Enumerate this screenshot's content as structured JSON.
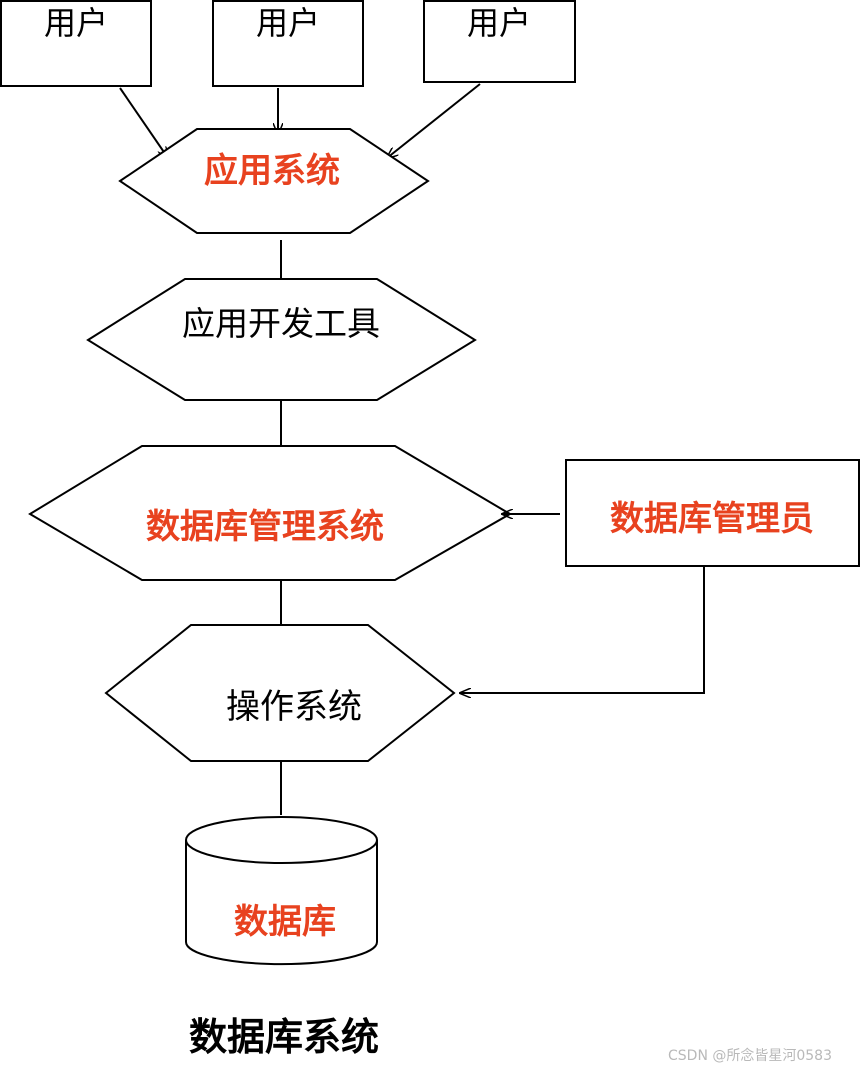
{
  "diagram": {
    "users": [
      "用户",
      "用户",
      "用户"
    ],
    "app_system": "应用系统",
    "dev_tools": "应用开发工具",
    "dbms": "数据库管理系统",
    "dba": "数据库管理员",
    "os": "操作系统",
    "database": "数据库"
  },
  "caption": "数据库系统",
  "watermark": "CSDN @所念皆星河0583",
  "colors": {
    "highlight": "#e8421f",
    "stroke": "#000000"
  }
}
